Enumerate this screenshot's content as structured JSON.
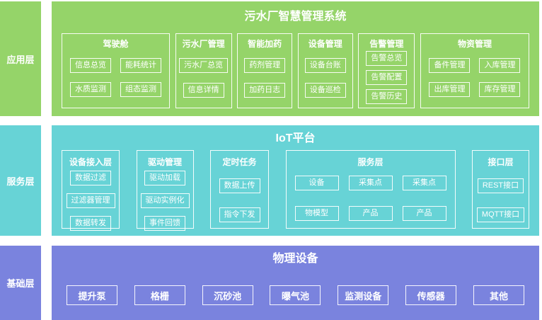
{
  "diagram": {
    "colors": {
      "application": "#95d469",
      "service": "#67d3d6",
      "base": "#7a83de",
      "text": "#ffffff"
    },
    "layers": [
      {
        "label": "应用层",
        "title": "污水厂智慧管理系统",
        "groups": [
          {
            "title": "驾驶舱",
            "items": [
              "信息总览",
              "能耗统计",
              "水质监测",
              "组态监测"
            ]
          },
          {
            "title": "污水厂管理",
            "items": [
              "污水厂总览",
              "信息详情"
            ]
          },
          {
            "title": "智能加药",
            "items": [
              "药剂管理",
              "加药日志"
            ]
          },
          {
            "title": "设备管理",
            "items": [
              "设备台账",
              "设备巡检"
            ]
          },
          {
            "title": "告警管理",
            "items": [
              "告警总览",
              "告警配置",
              "告警历史"
            ]
          },
          {
            "title": "物资管理",
            "items": [
              "备件管理",
              "入库管理",
              "出库管理",
              "库存管理"
            ]
          }
        ]
      },
      {
        "label": "服务层",
        "title": "IoT平台",
        "groups": [
          {
            "title": "设备接入层",
            "items": [
              "数据过滤",
              "过滤器管理",
              "数据转发"
            ]
          },
          {
            "title": "驱动管理",
            "items": [
              "驱动加载",
              "驱动实例化",
              "事件回馈"
            ]
          },
          {
            "title": "定时任务",
            "items": [
              "数据上传",
              "指令下发"
            ]
          },
          {
            "title": "服务层",
            "items": [
              "设备",
              "采集点",
              "采集点",
              "物模型",
              "产品",
              "产品"
            ]
          },
          {
            "title": "接口层",
            "items": [
              "REST接口",
              "MQTT接口"
            ]
          }
        ]
      },
      {
        "label": "基础层",
        "title": "物理设备",
        "items": [
          "提升泵",
          "格栅",
          "沉砂池",
          "曝气池",
          "监测设备",
          "传感器",
          "其他"
        ]
      }
    ]
  }
}
